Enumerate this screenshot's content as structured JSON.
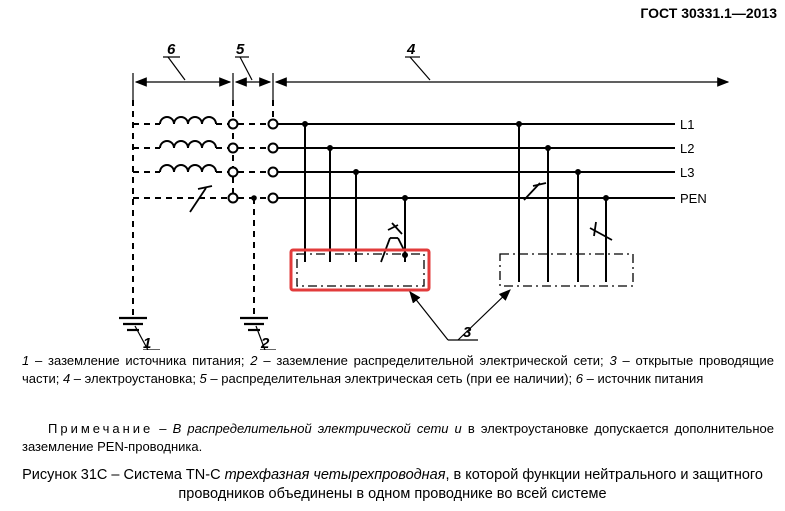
{
  "header": {
    "standard": "ГОСТ 30331.1—2013"
  },
  "diagram": {
    "dim_labels": [
      "6",
      "5",
      "4"
    ],
    "line_labels": [
      "L1",
      "L2",
      "L3",
      "PEN"
    ],
    "callouts": [
      "1",
      "2",
      "3"
    ],
    "highlight_color": "#e23b3b"
  },
  "legend": {
    "n1": "1",
    "t1": " – заземление источника питания; ",
    "n2": "2",
    "t2": " – заземление распределительной электрической сети; ",
    "n3": "3",
    "t3": " – открытые проводящие части; ",
    "n4": "4",
    "t4": " – электроустановка; ",
    "n5": "5",
    "t5": " – распределительная электрическая сеть (при ее наличии); ",
    "n6": "6",
    "t6": " – источник питания"
  },
  "note": {
    "label": "Примечание",
    "dash": " – ",
    "italic": "В распределительной электрической сети и",
    "rest": " в электроустановке допускается дополнительное заземление PEN-проводника."
  },
  "caption": {
    "prefix": "Рисунок 31С – Система TN-C ",
    "italic": "трехфазная четырехпроводная",
    "suffix": ", в которой функции нейтрального и защитного проводников объединены в одном проводнике во всей системе"
  }
}
